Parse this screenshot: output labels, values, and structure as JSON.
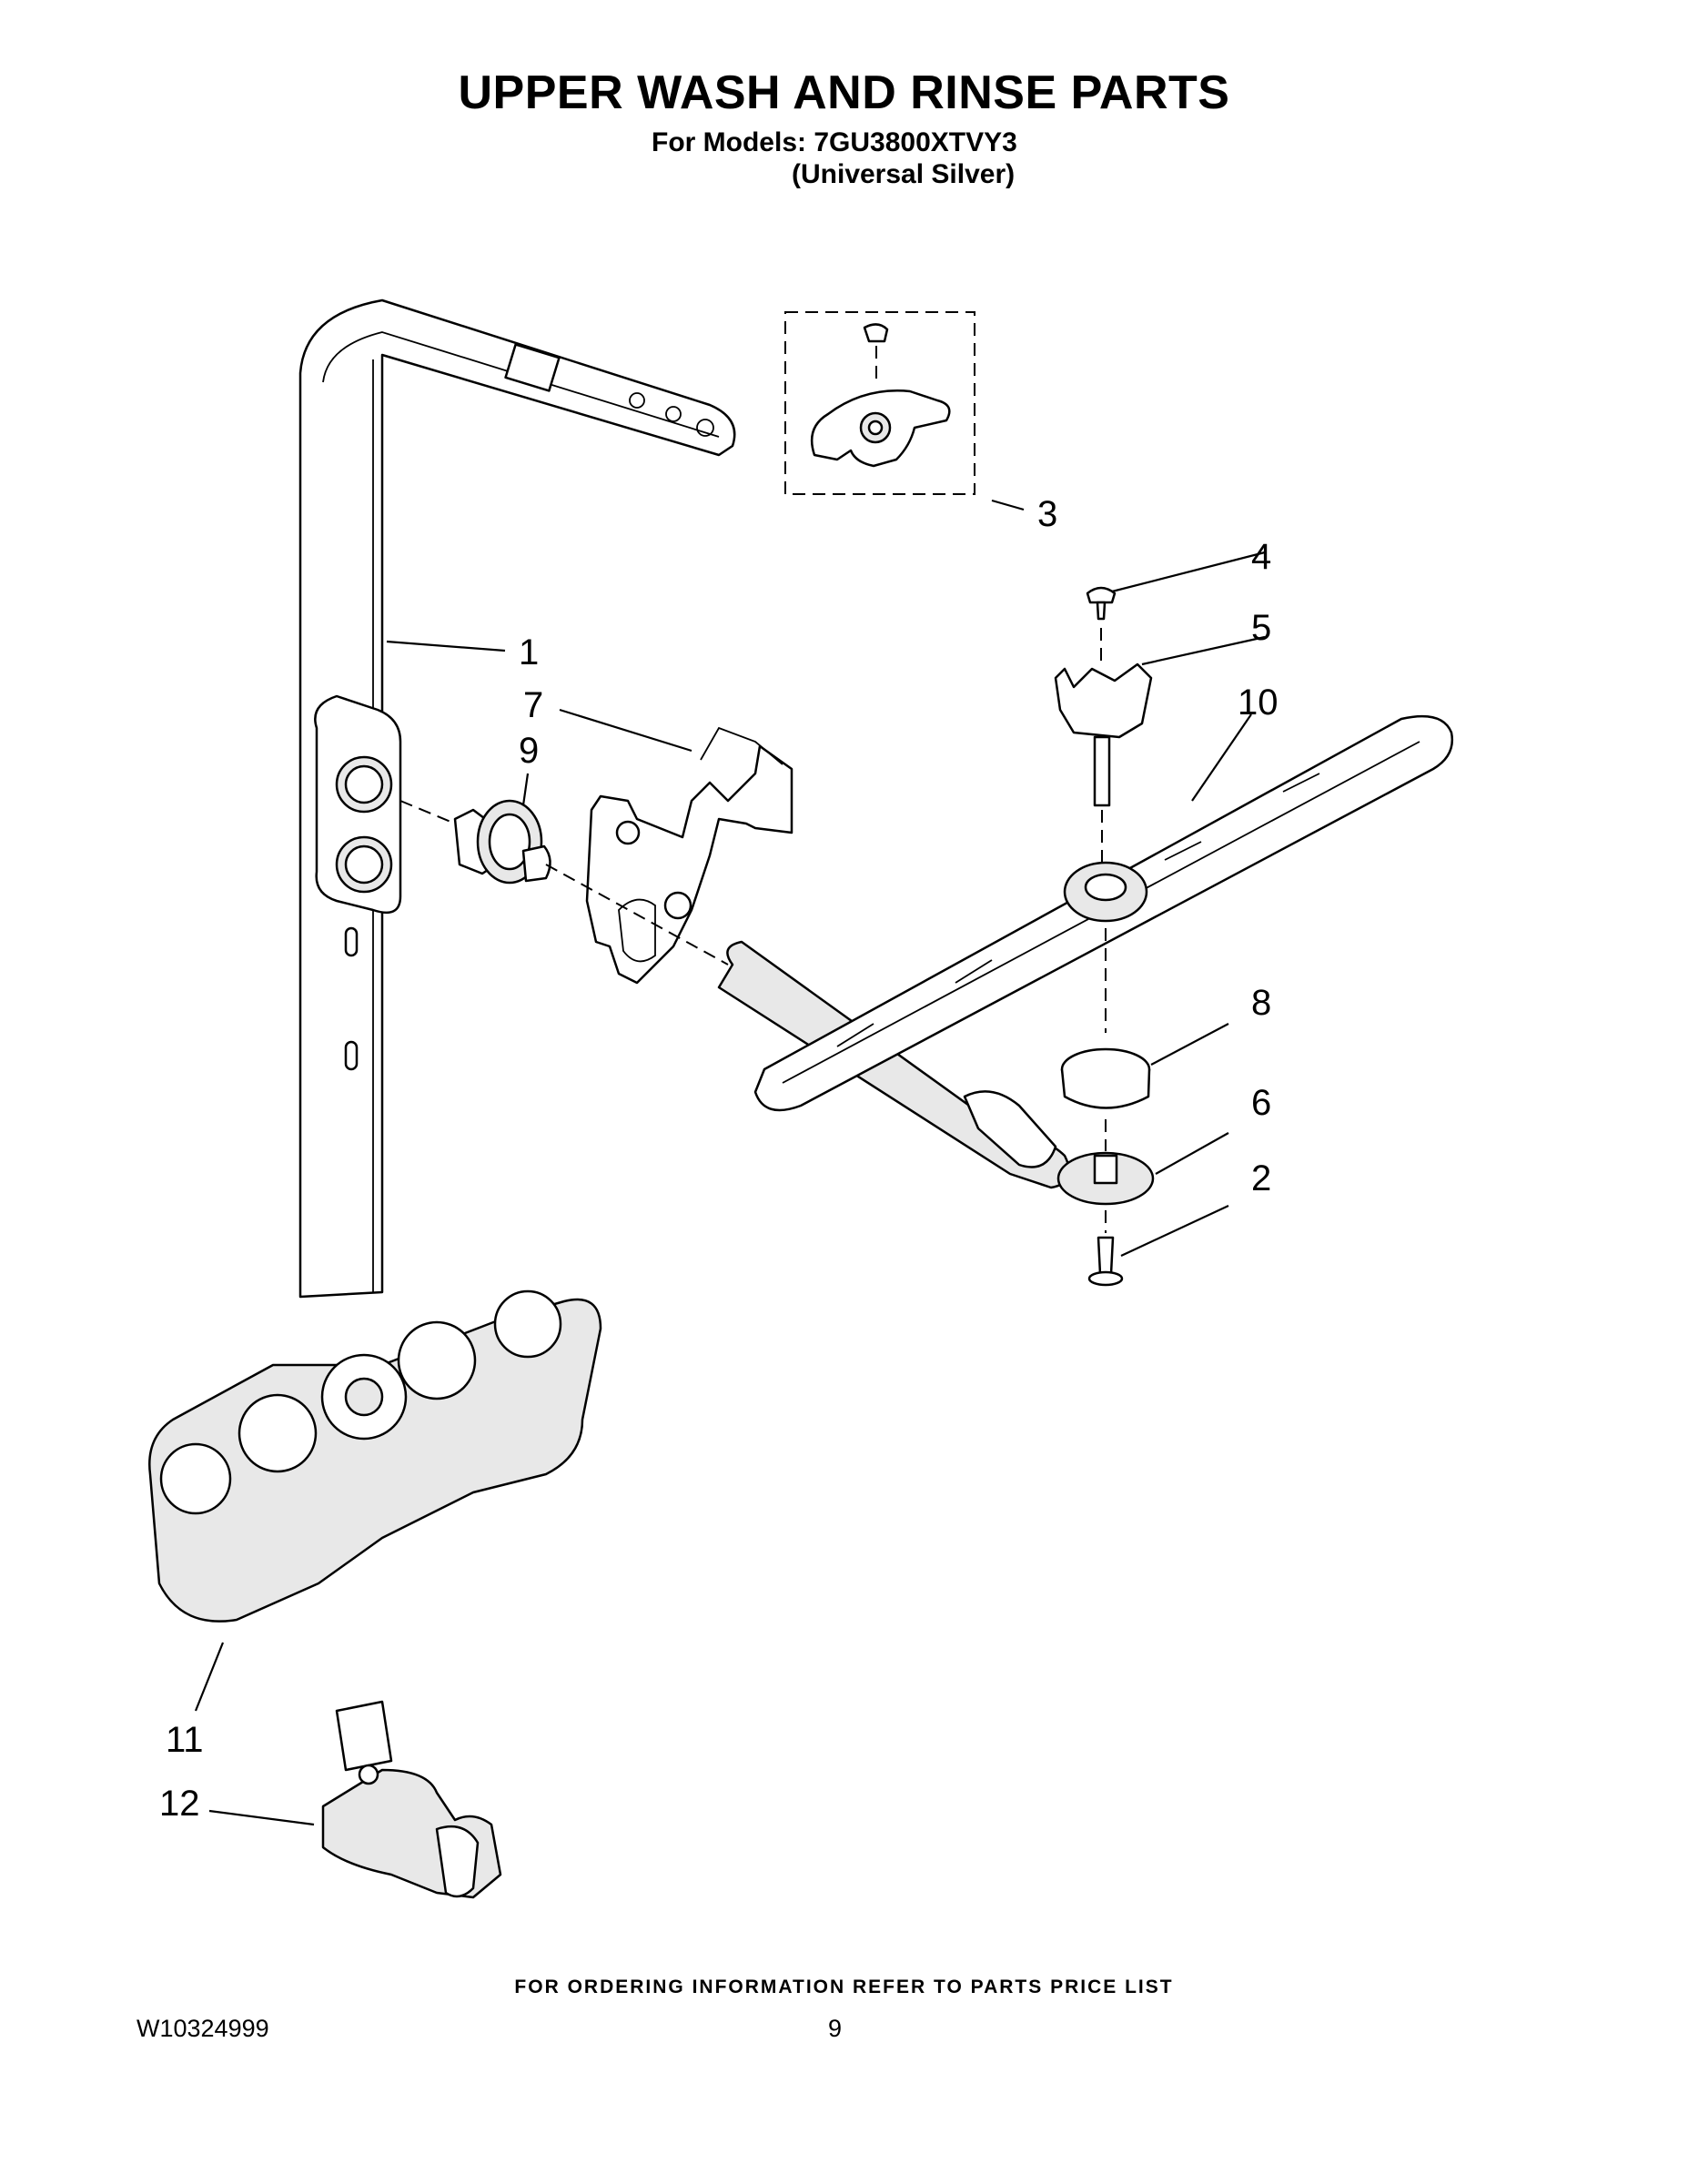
{
  "header": {
    "title": "UPPER WASH AND RINSE PARTS",
    "models_line": "For Models: 7GU3800XTVY3",
    "models_sub": "(Universal Silver)"
  },
  "callouts": [
    "1",
    "2",
    "3",
    "4",
    "5",
    "6",
    "7",
    "8",
    "9",
    "10",
    "11",
    "12"
  ],
  "footer": {
    "order_note": "FOR ORDERING INFORMATION REFER TO PARTS PRICE LIST",
    "doc_number": "W10324999",
    "page_number": "9"
  }
}
